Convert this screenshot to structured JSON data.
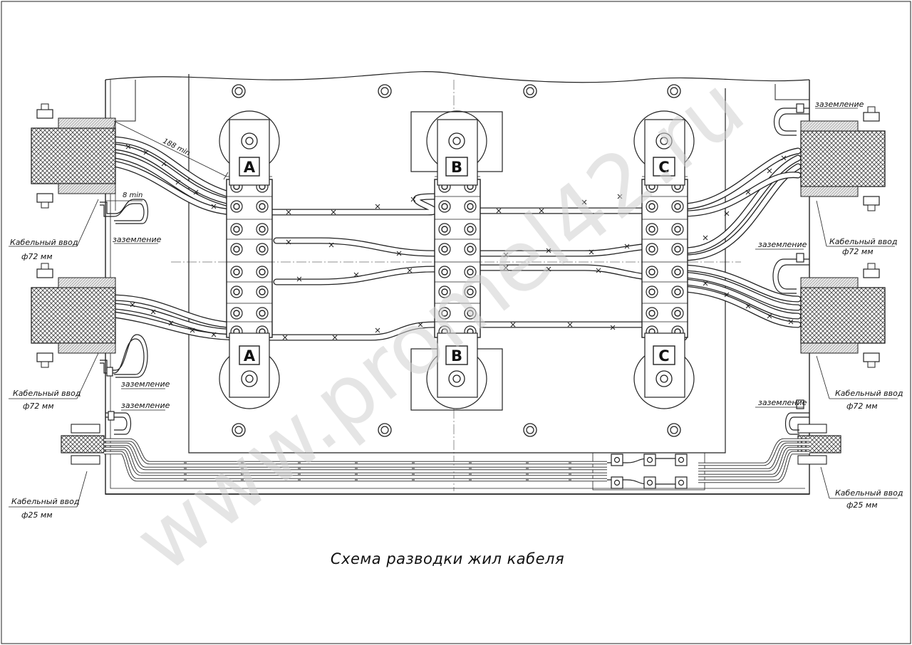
{
  "drawing": {
    "caption": "Схема разводки жил кабеля",
    "watermark": "www.promel42.ru",
    "phases": [
      "A",
      "B",
      "C"
    ],
    "dimensions": {
      "cable_length": "188 min",
      "ground_gap": "8 min"
    },
    "labels": {
      "ground": "заземление",
      "entry": "Кабельный ввод",
      "d72": "ф72 мм",
      "d25": "ф25 мм"
    }
  }
}
